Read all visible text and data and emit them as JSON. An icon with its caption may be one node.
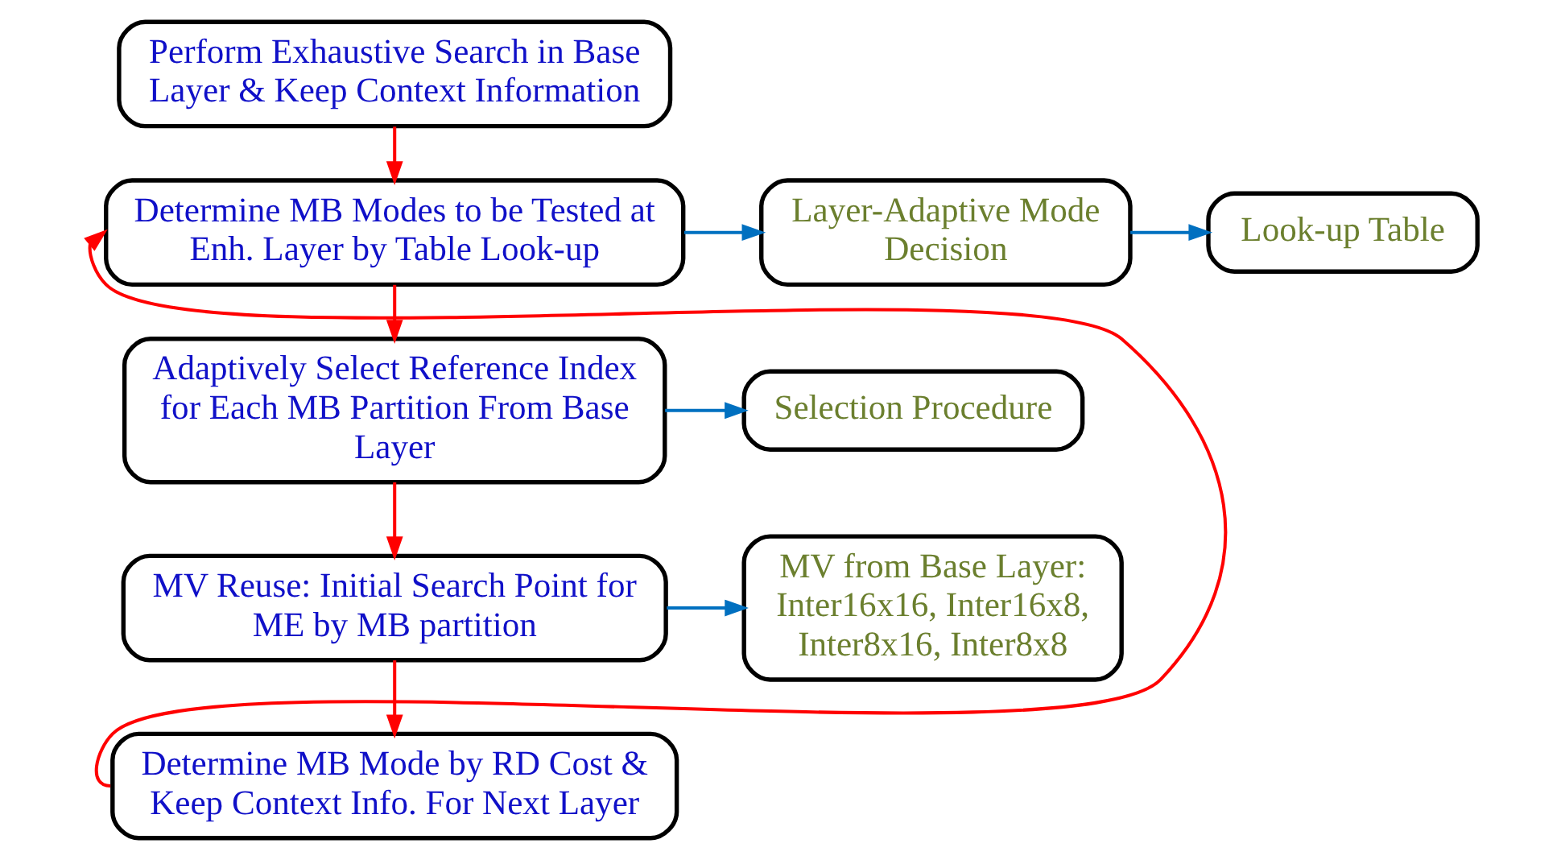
{
  "diagram": {
    "nodes": [
      {
        "text": [
          "Perform Exhaustive Search in Base Layer & Keep Context Information"
        ]
      },
      {
        "text": [
          "Determine MB Modes to be Tested at Enh. Layer by Table Look-up"
        ]
      },
      {
        "text": [
          "Layer-Adaptive Mode Decision"
        ]
      },
      {
        "text": [
          "Look-up Table"
        ]
      },
      {
        "text": [
          "Adaptively Select Reference Index for Each MB Partition From Base Layer"
        ]
      },
      {
        "text": [
          "Selection Procedure"
        ]
      },
      {
        "text": [
          "MV Reuse: Initial Search Point for ME by MB partition"
        ]
      },
      {
        "text": [
          "MV from Base Layer: Inter16x16, Inter16x8, Inter8x16, Inter8x8"
        ]
      },
      {
        "text": [
          "Determine MB Mode by RD Cost & Keep Context Info. For Next Layer"
        ]
      }
    ],
    "edges": [
      {
        "from": 0,
        "to": 1,
        "arrow": "to",
        "color": "#ff0000"
      },
      {
        "from": 1,
        "to": 2,
        "arrow": "to",
        "color": "#0070c0"
      },
      {
        "from": 2,
        "to": 3,
        "arrow": "to",
        "color": "#0070c0"
      },
      {
        "from": 1,
        "to": 4,
        "arrow": "to",
        "color": "#ff0000"
      },
      {
        "from": 4,
        "to": 5,
        "arrow": "to",
        "color": "#0070c0"
      },
      {
        "from": 4,
        "to": 6,
        "arrow": "to",
        "color": "#ff0000"
      },
      {
        "from": 6,
        "to": 7,
        "arrow": "to",
        "color": "#0070c0"
      },
      {
        "from": 6,
        "to": 8,
        "arrow": "to",
        "color": "#ff0000"
      },
      {
        "from": 8,
        "to": 1,
        "arrow": "to",
        "color": "#ff0000"
      }
    ]
  }
}
